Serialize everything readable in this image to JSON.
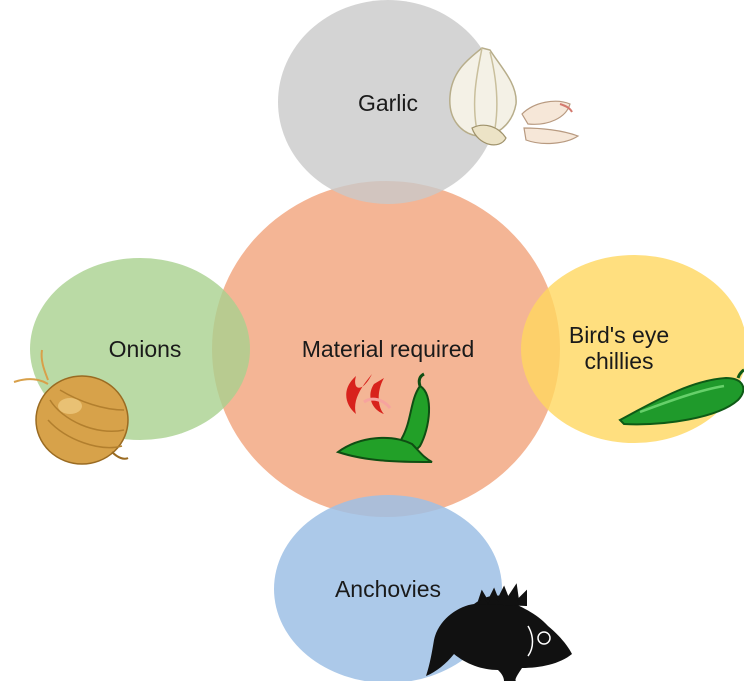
{
  "diagram": {
    "center": {
      "label": "Material required",
      "color": "#f2a882"
    },
    "nodes": [
      {
        "id": "top",
        "label": "Garlic",
        "color": "#cccccc",
        "icon": "garlic-icon"
      },
      {
        "id": "left",
        "label": "Onions",
        "color": "#a9d08e",
        "icon": "onion-icon"
      },
      {
        "id": "right",
        "label": "Bird's eye chillies",
        "color": "#ffd966",
        "icon": "green-chilli-icon"
      },
      {
        "id": "bottom",
        "label": "Anchovies",
        "color": "#9dc3e6",
        "icon": "fish-icon"
      }
    ],
    "center_icon": "flaming-chilli-icon"
  }
}
